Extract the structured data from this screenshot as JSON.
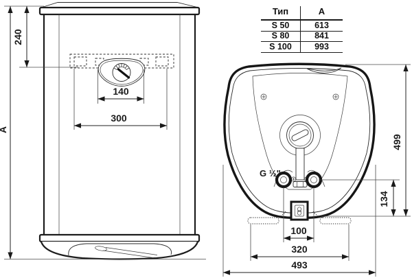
{
  "drawing": {
    "front_view": {
      "dim_overall_height": "A",
      "dim_top_to_bracket": "240",
      "dim_dial_width": "140",
      "dim_bracket_width": "300"
    },
    "bottom_view": {
      "thread_label": "G ½\"",
      "dim_depth": "499",
      "dim_pipe_to_bottom": "134",
      "dim_pipe_spacing": "100",
      "dim_bracket_width": "320",
      "dim_overall_width": "493"
    }
  },
  "table": {
    "headers": {
      "type": "Тип",
      "a": "А"
    },
    "rows": [
      {
        "type": "S 50",
        "a": "613"
      },
      {
        "type": "S 80",
        "a": "841"
      },
      {
        "type": "S 100",
        "a": "993"
      }
    ]
  }
}
